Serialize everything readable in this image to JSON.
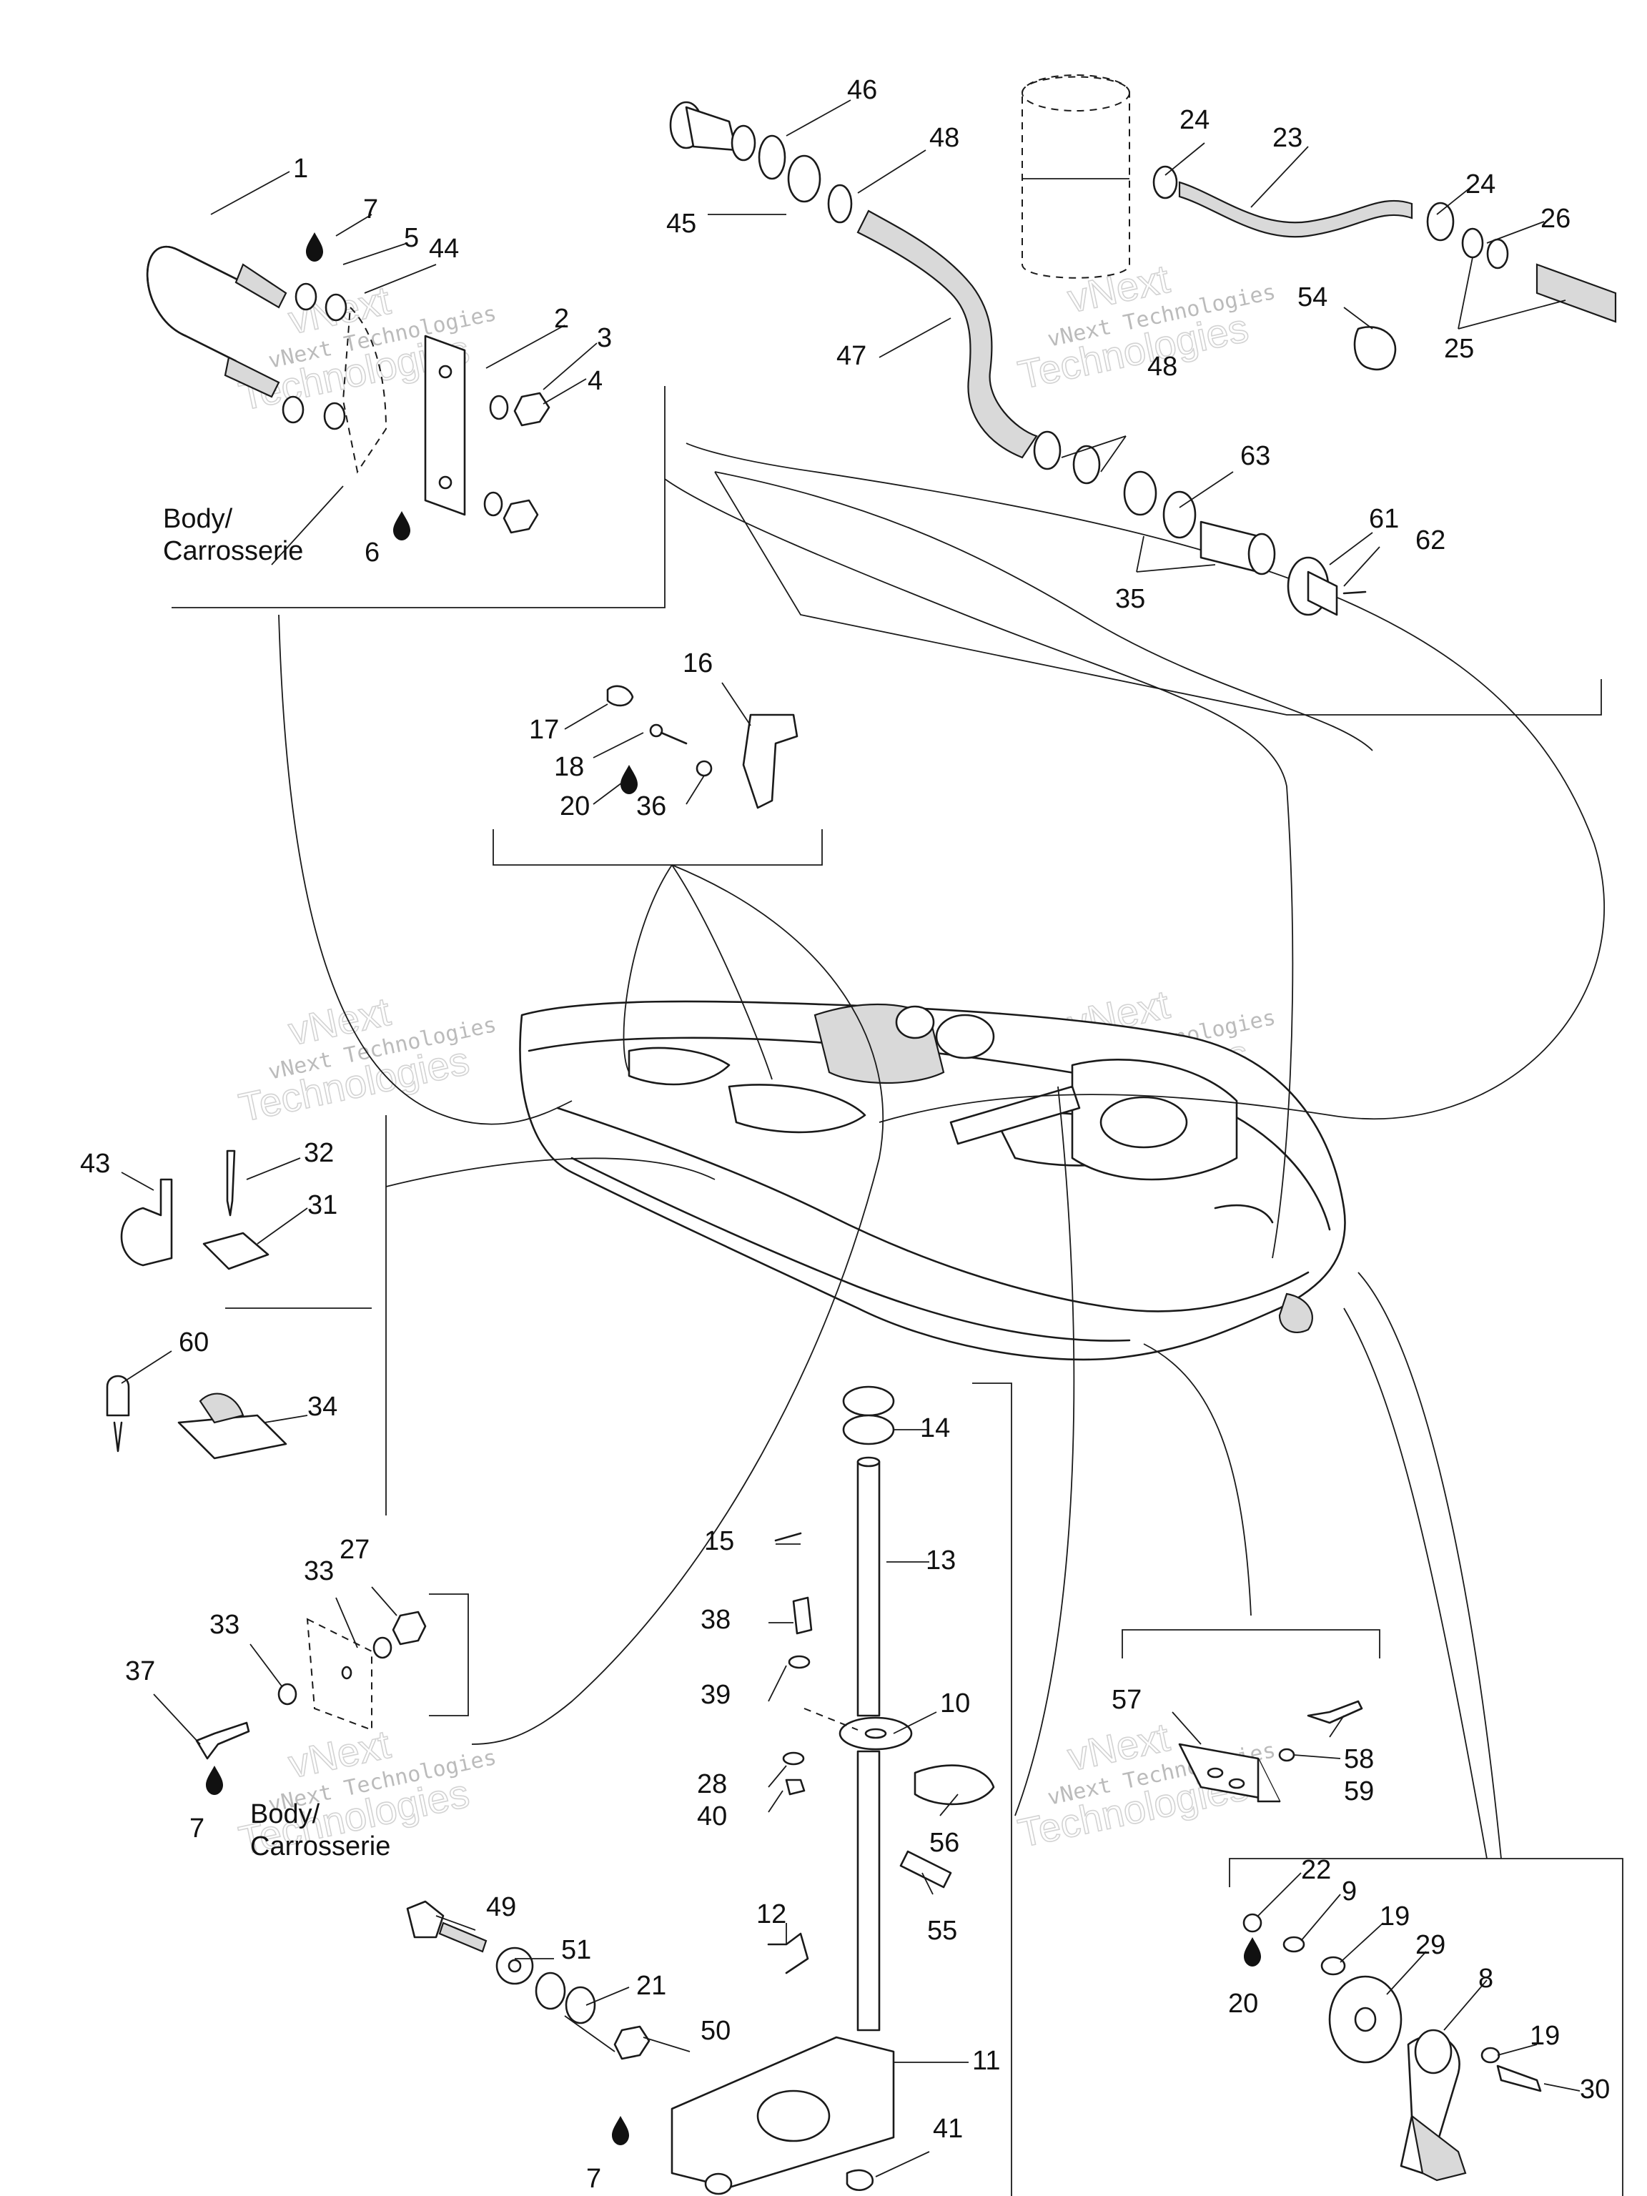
{
  "watermark": {
    "line1": "vNext",
    "line2": "vNext Technologies",
    "line3": "Technologies"
  },
  "body_label": {
    "line1": "Body/",
    "line2": "Carrosserie"
  },
  "callouts": [
    "1",
    "2",
    "3",
    "4",
    "5",
    "6",
    "7",
    "8",
    "9",
    "10",
    "11",
    "12",
    "13",
    "14",
    "15",
    "16",
    "17",
    "18",
    "19",
    "20",
    "21",
    "22",
    "23",
    "24",
    "25",
    "26",
    "27",
    "28",
    "29",
    "30",
    "31",
    "32",
    "33",
    "34",
    "35",
    "36",
    "37",
    "38",
    "39",
    "40",
    "41",
    "43",
    "44",
    "45",
    "46",
    "47",
    "48",
    "49",
    "50",
    "51",
    "54",
    "55",
    "56",
    "57",
    "58",
    "59",
    "60",
    "61",
    "62",
    "63"
  ]
}
